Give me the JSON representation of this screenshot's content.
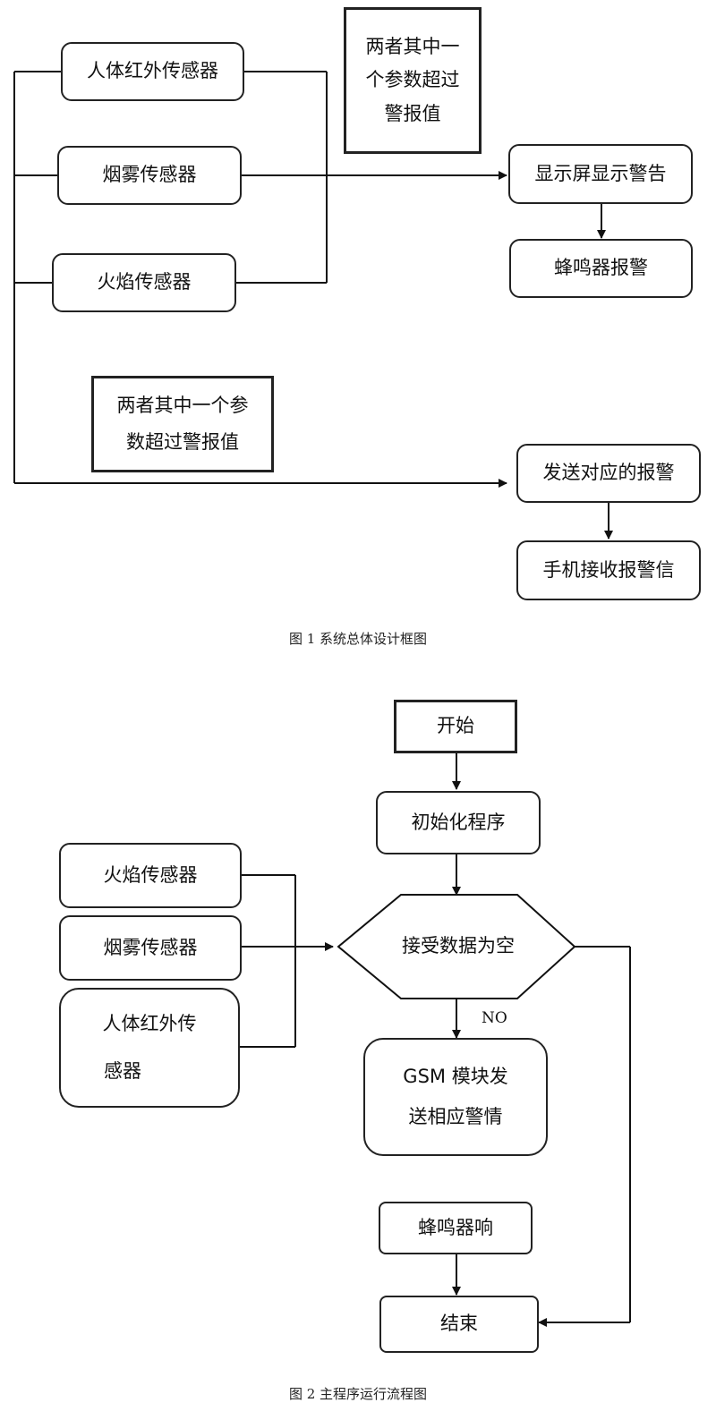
{
  "figure1": {
    "sensors": [
      "人体红外传感器",
      "烟雾传感器",
      "火焰传感器"
    ],
    "condition_top": [
      "两者其中一",
      "个参数超过",
      "警报值"
    ],
    "display_warning": "显示屏显示警告",
    "buzzer_alarm": "蜂鸣器报警",
    "condition_bottom": [
      "两者其中一个参",
      "数超过警报值"
    ],
    "send_alarm": "发送对应的报警",
    "phone_receive": "手机接收报警信",
    "caption": "图 1  系统总体设计框图"
  },
  "figure2": {
    "start": "开始",
    "init": "初始化程序",
    "decision": "接受数据为空",
    "no_label": "NO",
    "sensors": [
      "火焰传感器",
      "烟雾传感器"
    ],
    "sensor_ir": [
      "人体红外传",
      "感器"
    ],
    "gsm": [
      "GSM 模块发",
      "送相应警情"
    ],
    "buzzer": "蜂鸣器响",
    "end": "结束",
    "caption": "图 2  主程序运行流程图"
  }
}
